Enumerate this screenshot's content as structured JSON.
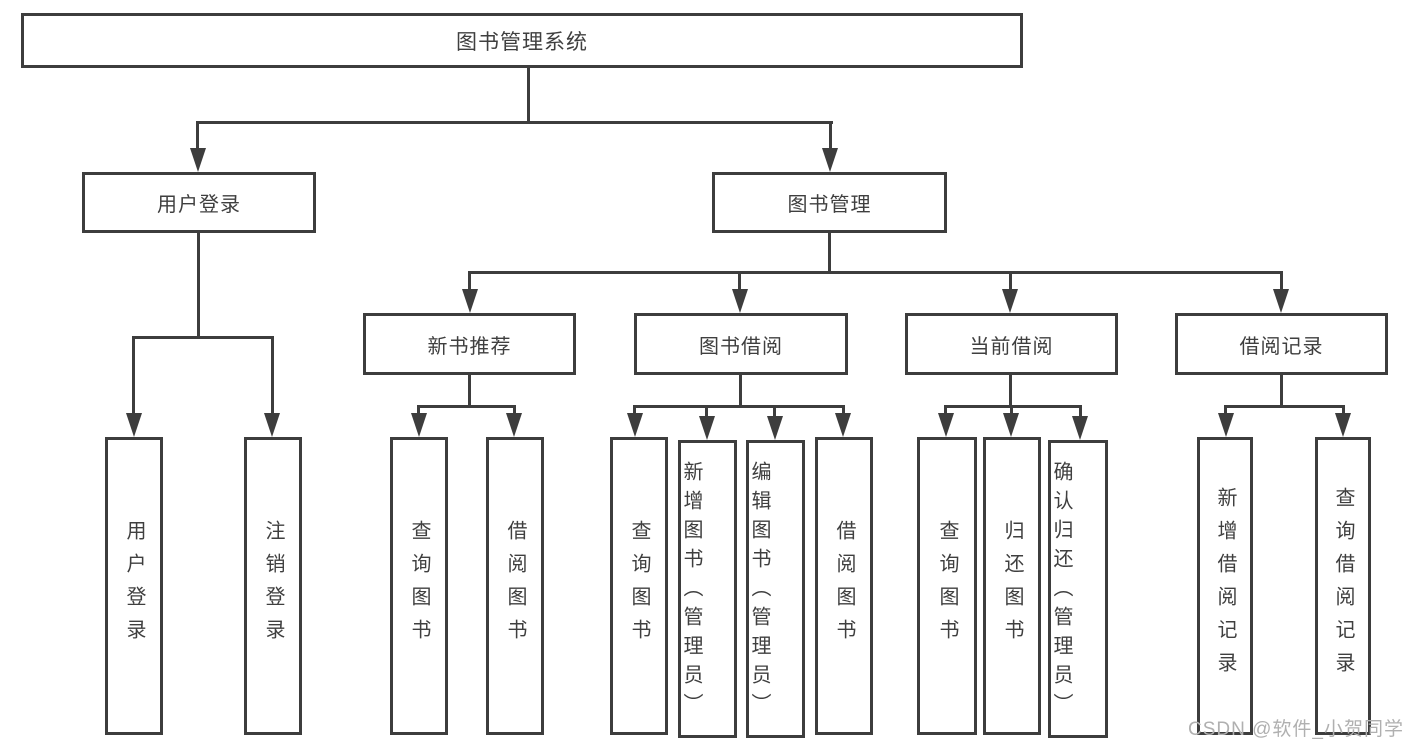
{
  "diagram_title": "图书管理系统",
  "watermark": "CSDN @软件_小贺同学",
  "colors": {
    "line": "#3d3d3d",
    "text": "#3f3f3f",
    "watermark": "#b0b0b0",
    "background": "#ffffff"
  },
  "nodes": {
    "root": {
      "label": "图书管理系统"
    },
    "user_login": {
      "label": "用户登录"
    },
    "book_mgmt": {
      "label": "图书管理"
    },
    "new_book_rec": {
      "label": "新书推荐"
    },
    "book_borrow": {
      "label": "图书借阅"
    },
    "current_borrow": {
      "label": "当前借阅"
    },
    "borrow_records": {
      "label": "借阅记录"
    },
    "leaf_user_login": {
      "label": "用户登录"
    },
    "leaf_logout": {
      "label": "注销登录"
    },
    "leaf_query_book_1": {
      "label": "查询图书"
    },
    "leaf_borrow_book_1": {
      "label": "借阅图书"
    },
    "leaf_query_book_2": {
      "label": "查询图书"
    },
    "leaf_add_book": {
      "label": "新增图书（管理员）"
    },
    "leaf_edit_book": {
      "label": "编辑图书（管理员）"
    },
    "leaf_borrow_book_2": {
      "label": "借阅图书"
    },
    "leaf_query_book_3": {
      "label": "查询图书"
    },
    "leaf_return_book": {
      "label": "归还图书"
    },
    "leaf_confirm_return": {
      "label": "确认归还（管理员）"
    },
    "leaf_add_borrow_record": {
      "label": "新增借阅记录"
    },
    "leaf_query_borrow_record": {
      "label": "查询借阅记录"
    }
  },
  "edges": [
    {
      "from": "图书管理系统",
      "to": "用户登录"
    },
    {
      "from": "图书管理系统",
      "to": "图书管理"
    },
    {
      "from": "用户登录",
      "to": "用户登录"
    },
    {
      "from": "用户登录",
      "to": "注销登录"
    },
    {
      "from": "图书管理",
      "to": "新书推荐"
    },
    {
      "from": "图书管理",
      "to": "图书借阅"
    },
    {
      "from": "图书管理",
      "to": "当前借阅"
    },
    {
      "from": "图书管理",
      "to": "借阅记录"
    },
    {
      "from": "新书推荐",
      "to": "查询图书"
    },
    {
      "from": "新书推荐",
      "to": "借阅图书"
    },
    {
      "from": "图书借阅",
      "to": "查询图书"
    },
    {
      "from": "图书借阅",
      "to": "新增图书（管理员）"
    },
    {
      "from": "图书借阅",
      "to": "编辑图书（管理员）"
    },
    {
      "from": "图书借阅",
      "to": "借阅图书"
    },
    {
      "from": "当前借阅",
      "to": "查询图书"
    },
    {
      "from": "当前借阅",
      "to": "归还图书"
    },
    {
      "from": "当前借阅",
      "to": "确认归还（管理员）"
    },
    {
      "from": "借阅记录",
      "to": "新增借阅记录"
    },
    {
      "from": "借阅记录",
      "to": "查询借阅记录"
    }
  ]
}
